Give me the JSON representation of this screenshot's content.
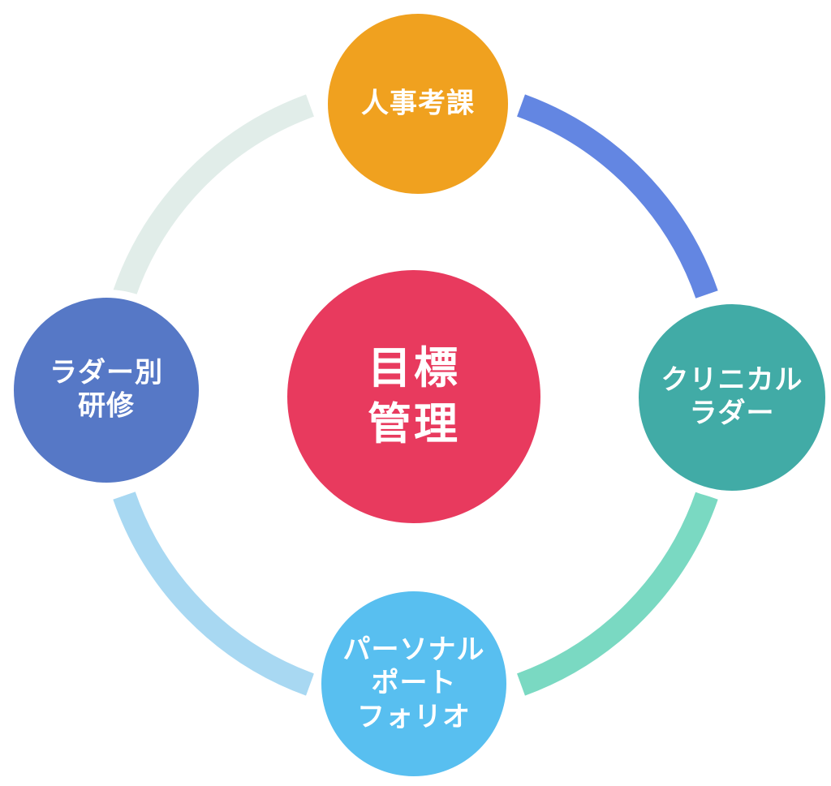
{
  "diagram": {
    "center": {
      "label_lines": [
        "目標",
        "管理"
      ],
      "color": "#E83A5E",
      "text_color": "#FFFFFF"
    },
    "nodes": [
      {
        "position": "top",
        "label_lines": [
          "人事考課"
        ],
        "color": "#F0A11F"
      },
      {
        "position": "right",
        "label_lines": [
          "クリニカル",
          "ラダー"
        ],
        "color": "#41ABA6"
      },
      {
        "position": "bottom",
        "label_lines": [
          "パーソナル",
          "ポート",
          "フォリオ"
        ],
        "color": "#58BFF0"
      },
      {
        "position": "left",
        "label_lines": [
          "ラダー別",
          "研修"
        ],
        "color": "#5678C6"
      }
    ],
    "arcs": [
      {
        "position": "top-right",
        "color": "#6386E2"
      },
      {
        "position": "bottom-right",
        "color": "#7AD9C2"
      },
      {
        "position": "bottom-left",
        "color": "#A8D8F2"
      },
      {
        "position": "top-left",
        "color": "#E1EDE9"
      }
    ],
    "ring_border_color": "#FFFFFF"
  }
}
